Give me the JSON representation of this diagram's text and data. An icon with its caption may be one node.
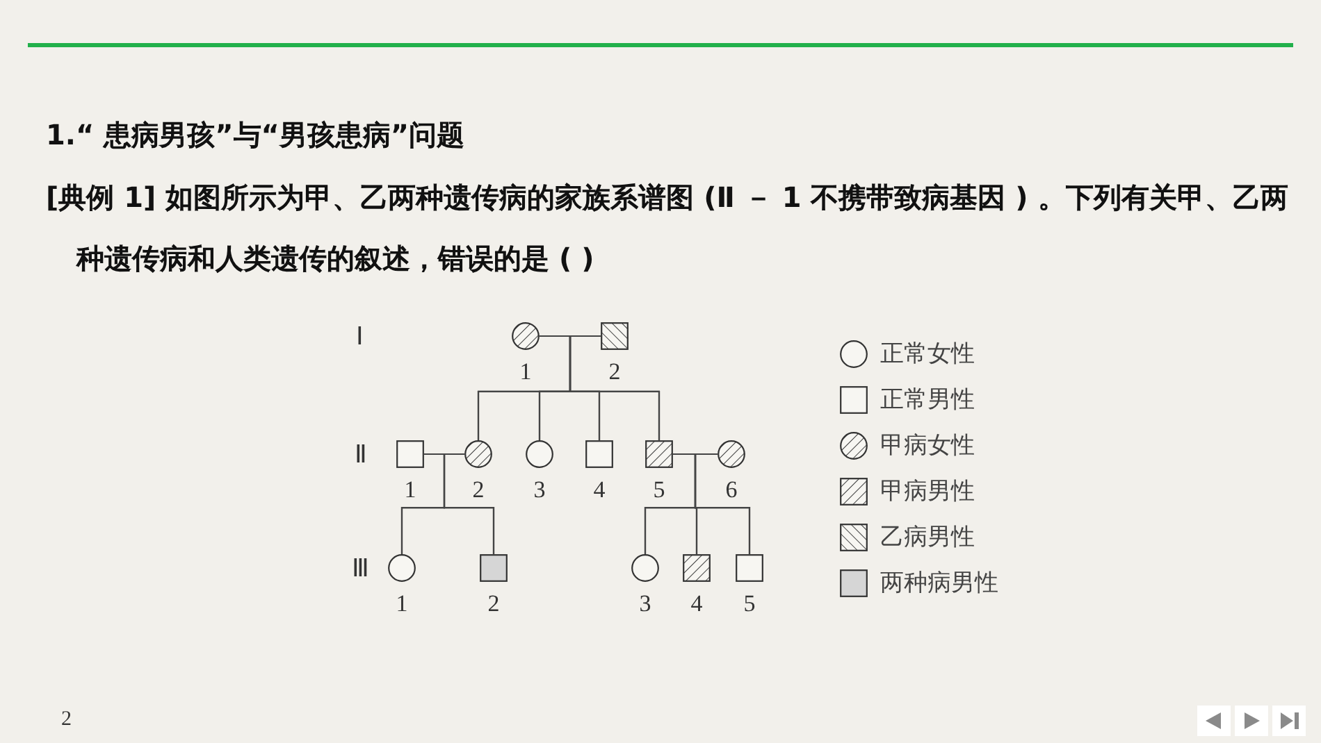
{
  "diagram": {
    "title": "1.“ 患病男孩”与“男孩患病”问题",
    "nodes": [
      {
        "text": [
          "1"
        ]
      },
      {
        "text": [
          "2"
        ]
      },
      {
        "text": [
          "1"
        ]
      },
      {
        "text": [
          "2"
        ]
      },
      {
        "text": [
          "3"
        ]
      },
      {
        "text": [
          "4"
        ]
      },
      {
        "text": [
          "5"
        ]
      },
      {
        "text": [
          "6"
        ]
      },
      {
        "text": [
          "1"
        ]
      },
      {
        "text": [
          "2"
        ]
      },
      {
        "text": [
          "3"
        ]
      },
      {
        "text": [
          "4"
        ]
      },
      {
        "text": [
          "5"
        ]
      }
    ],
    "edges": [
      {
        "from": 0,
        "to": 1,
        "arrow": "none"
      },
      {
        "from": 0,
        "to": 3,
        "arrow": "none"
      },
      {
        "from": 1,
        "to": 3,
        "arrow": "none"
      },
      {
        "from": 0,
        "to": 4,
        "arrow": "none"
      },
      {
        "from": 1,
        "to": 4,
        "arrow": "none"
      },
      {
        "from": 0,
        "to": 5,
        "arrow": "none"
      },
      {
        "from": 1,
        "to": 5,
        "arrow": "none"
      },
      {
        "from": 0,
        "to": 6,
        "arrow": "none"
      },
      {
        "from": 1,
        "to": 6,
        "arrow": "none"
      },
      {
        "from": 2,
        "to": 3,
        "arrow": "none"
      },
      {
        "from": 2,
        "to": 8,
        "arrow": "none"
      },
      {
        "from": 3,
        "to": 8,
        "arrow": "none"
      },
      {
        "from": 2,
        "to": 9,
        "arrow": "none"
      },
      {
        "from": 3,
        "to": 9,
        "arrow": "none"
      },
      {
        "from": 6,
        "to": 7,
        "arrow": "none"
      },
      {
        "from": 6,
        "to": 10,
        "arrow": "none"
      },
      {
        "from": 7,
        "to": 10,
        "arrow": "none"
      },
      {
        "from": 6,
        "to": 11,
        "arrow": "none"
      },
      {
        "from": 7,
        "to": 11,
        "arrow": "none"
      },
      {
        "from": 6,
        "to": 12,
        "arrow": "none"
      },
      {
        "from": 7,
        "to": 12,
        "arrow": "none"
      }
    ],
    "labels": [
      "[典例 1]  如图所示为甲、乙两种遗传病的家族系谱图 (Ⅱ － 1 不携带致病基因 ) 。下列有关甲、乙两种遗传病和人类遗传的叙述，错误的是 (          )",
      "Ⅰ",
      "Ⅱ",
      "Ⅲ",
      "2"
    ],
    "legend": [
      {
        "text": "正常女性"
      },
      {
        "text": "正常男性"
      },
      {
        "text": "甲病女性"
      },
      {
        "text": "甲病男性"
      },
      {
        "text": "乙病男性"
      },
      {
        "text": "两种病男性"
      }
    ]
  }
}
